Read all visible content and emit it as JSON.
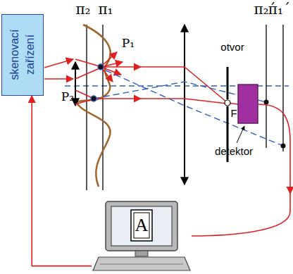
{
  "diagram": {
    "nodes": [
      {
        "text": [
          "skenovací zařízení"
        ]
      },
      {
        "text": [
          "A"
        ]
      }
    ],
    "edges": [
      {
        "from": 1,
        "to": 0,
        "arrow": "to"
      }
    ],
    "labels": [
      "π₂",
      "π₁",
      "P₁",
      "P₂",
      "otvor",
      "F",
      "π₂´",
      "π₁´",
      "detektor"
    ]
  }
}
